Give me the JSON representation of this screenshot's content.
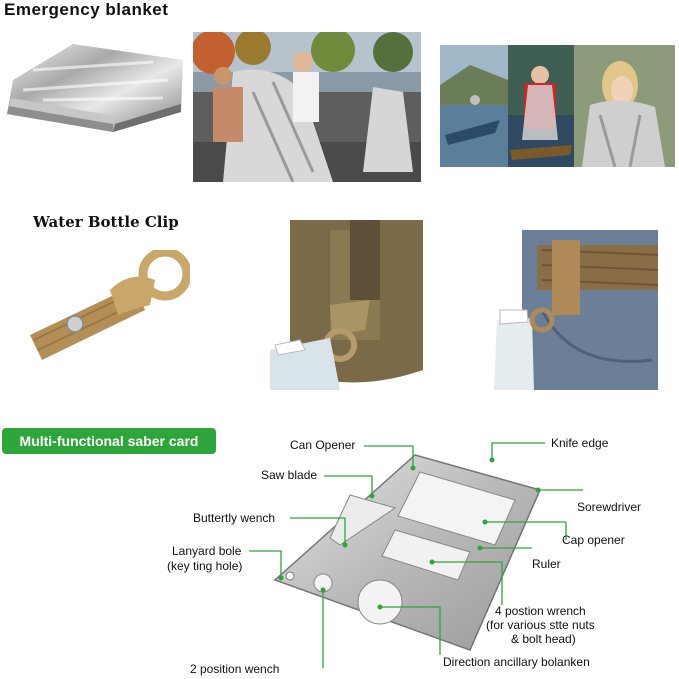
{
  "sections": {
    "emergency_blanket": {
      "title": "Emergency blanket"
    },
    "water_bottle_clip": {
      "title": "Water Bottle Clip"
    },
    "saber_card": {
      "badge": "Multi-functional saber card"
    }
  },
  "callouts": {
    "can_opener": "Can Opener",
    "saw_blade": "Saw blade",
    "butterfly_wrench": "Buttertly wench",
    "lanyard_hole_1": "Lanyard bole",
    "lanyard_hole_2": "(key ting hole)",
    "two_position_wrench": "2 position wench",
    "knife_edge": "Knife edge",
    "screwdriver": "Sorewdriver",
    "cap_opener": "Cap opener",
    "ruler": "Ruler",
    "four_position_wrench_1": "4 postion wrench",
    "four_position_wrench_2": "(for various stte nuts",
    "four_position_wrench_3": "& bolt head)",
    "direction_auxiliary": "Direction ancillary bolanken"
  },
  "colors": {
    "badge_green": "#2ea53a",
    "callout_green": "#2ea53a",
    "tan": "#b8935a"
  }
}
